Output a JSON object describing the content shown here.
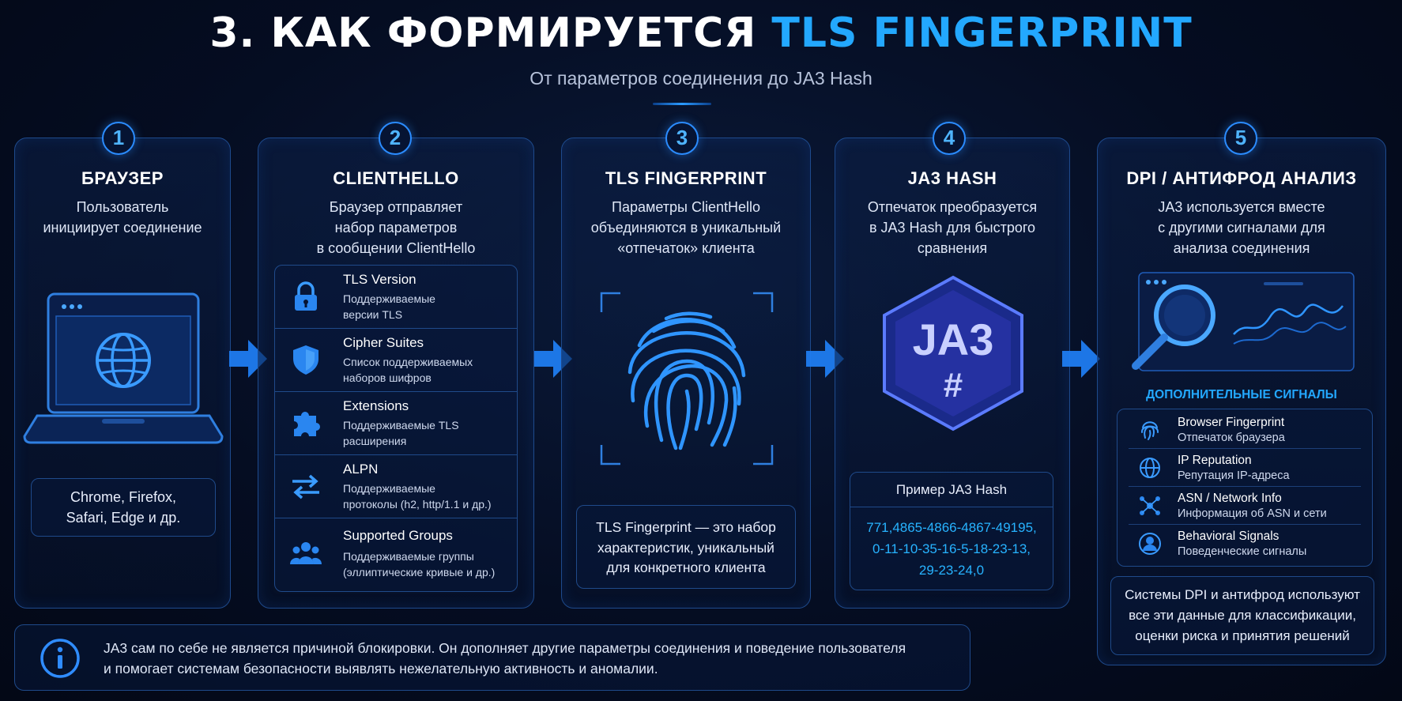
{
  "header": {
    "title_main": "3. КАК ФОРМИРУЕТСЯ ",
    "title_accent": "TLS FINGERPRINT",
    "subtitle": "От параметров соединения до JA3 Hash"
  },
  "colors": {
    "accent": "#23a8ff",
    "border": "#1e4a8c",
    "background": "#050d22"
  },
  "steps": [
    {
      "num": "1",
      "title": "БРАУЗЕР",
      "desc": [
        "Пользователь",
        "инициирует соединение"
      ],
      "icon": "laptop-globe-icon",
      "note": [
        "Chrome, Firefox,",
        "Safari, Edge и др."
      ]
    },
    {
      "num": "2",
      "title": "CLIENTHELLO",
      "desc": [
        "Браузер отправляет",
        "набор параметров",
        "в сообщении ClientHello"
      ],
      "params": [
        {
          "name": "TLS Version",
          "desc": [
            "Поддерживаемые",
            "версии TLS"
          ],
          "icon": "lock-icon"
        },
        {
          "name": "Cipher Suites",
          "desc": [
            "Список поддерживаемых",
            "наборов шифров"
          ],
          "icon": "shield-icon"
        },
        {
          "name": "Extensions",
          "desc": [
            "Поддерживаемые TLS",
            "расширения"
          ],
          "icon": "puzzle-icon"
        },
        {
          "name": "ALPN",
          "desc": [
            "Поддерживаемые",
            "протоколы (h2, http/1.1 и др.)"
          ],
          "icon": "swap-arrows-icon"
        },
        {
          "name": "Supported Groups",
          "desc": [
            "Поддерживаемые группы",
            "(эллиптические кривые и др.)"
          ],
          "icon": "users-icon"
        }
      ]
    },
    {
      "num": "3",
      "title": "TLS FINGERPRINT",
      "desc": [
        "Параметры ClientHello",
        "объединяются в уникальный",
        "«отпечаток» клиента"
      ],
      "icon": "fingerprint-icon",
      "note": [
        "TLS Fingerprint — это набор",
        "характеристик, уникальный",
        "для конкретного клиента"
      ]
    },
    {
      "num": "4",
      "title": "JA3 HASH",
      "desc": [
        "Отпечаток преобразуется",
        "в JA3 Hash для быстрого",
        "сравнения"
      ],
      "badge_text": "JA3",
      "badge_symbol": "#",
      "example_title": "Пример JA3 Hash",
      "example_lines": [
        "771,4865-4866-4867-49195,",
        "0-11-10-35-16-5-18-23-13,",
        "29-23-24,0"
      ]
    },
    {
      "num": "5",
      "title": "DPI / АНТИФРОД АНАЛИЗ",
      "desc": [
        "JA3 используется вместе",
        "с другими сигналами для",
        "анализа соединения"
      ],
      "icon": "magnifier-chart-icon",
      "signals_title": "ДОПОЛНИТЕЛЬНЫЕ СИГНАЛЫ",
      "signals": [
        {
          "name": "Browser Fingerprint",
          "desc": "Отпечаток браузера",
          "icon": "fingerprint-icon"
        },
        {
          "name": "IP Reputation",
          "desc": "Репутация IP-адреса",
          "icon": "globe-icon"
        },
        {
          "name": "ASN / Network Info",
          "desc": "Информация об ASN и сети",
          "icon": "network-icon"
        },
        {
          "name": "Behavioral Signals",
          "desc": "Поведенческие сигналы",
          "icon": "user-icon"
        }
      ],
      "note": [
        "Системы DPI и антифрод используют",
        "все эти данные для классификации,",
        "оценки риска и принятия решений"
      ]
    }
  ],
  "footer": {
    "icon": "info-icon",
    "lines": [
      "JA3 сам по себе не является причиной блокировки. Он дополняет другие параметры соединения и поведение пользователя",
      "и помогает системам безопасности выявлять нежелательную активность и аномалии."
    ]
  }
}
